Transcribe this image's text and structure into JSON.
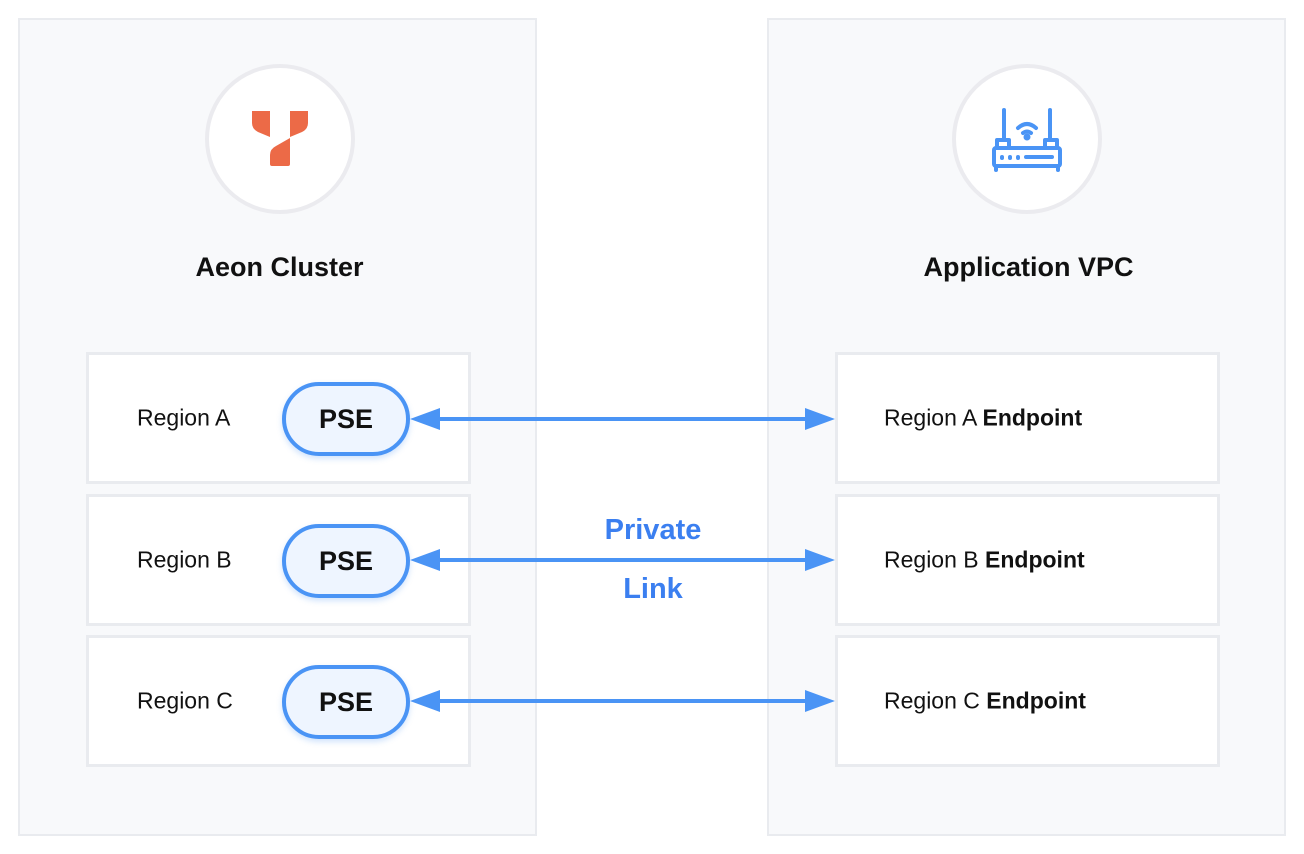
{
  "left": {
    "title": "Aeon Cluster",
    "icon": "aeon-logo-icon",
    "regions": [
      {
        "label": "Region A",
        "node": "PSE"
      },
      {
        "label": "Region B",
        "node": "PSE"
      },
      {
        "label": "Region C",
        "node": "PSE"
      }
    ]
  },
  "right": {
    "title": "Application VPC",
    "icon": "router-icon",
    "regions": [
      {
        "label": "Region A",
        "suffix": "Endpoint"
      },
      {
        "label": "Region B",
        "suffix": "Endpoint"
      },
      {
        "label": "Region C",
        "suffix": "Endpoint"
      }
    ]
  },
  "link": {
    "line1": "Private",
    "line2": "Link"
  },
  "colors": {
    "accent": "#4a94f5",
    "logo": "#ec6a47",
    "panel": "#f8f9fb"
  }
}
